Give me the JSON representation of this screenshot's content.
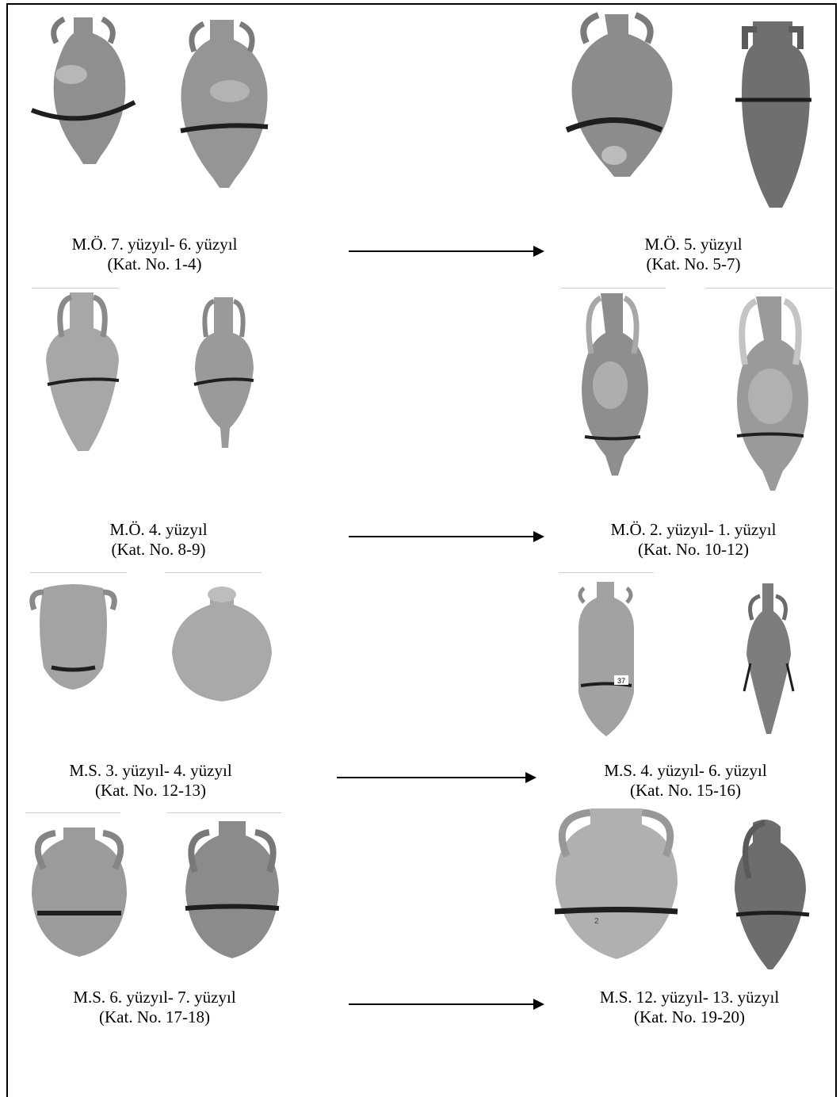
{
  "rows": [
    {
      "left": {
        "period": "M.Ö. 7. yüzyıl- 6. yüzyıl",
        "catalog": "(Kat. No. 1-4)"
      },
      "right": {
        "period": "M.Ö. 5. yüzyıl",
        "catalog": "(Kat. No. 5-7)"
      }
    },
    {
      "left": {
        "period": "M.Ö. 4. yüzyıl",
        "catalog": "(Kat. No. 8-9)"
      },
      "right": {
        "period": "M.Ö. 2. yüzyıl- 1. yüzyıl",
        "catalog": "(Kat. No. 10-12)"
      }
    },
    {
      "left": {
        "period": "M.S. 3. yüzyıl- 4. yüzyıl",
        "catalog": "(Kat. No. 12-13)"
      },
      "right": {
        "period": "M.S. 4. yüzyıl- 6. yüzyıl",
        "catalog": "(Kat. No. 15-16)"
      }
    },
    {
      "left": {
        "period": "M.S. 6. yüzyıl- 7. yüzyıl",
        "catalog": "(Kat. No. 17-18)"
      },
      "right": {
        "period": "M.S. 12. yüzyıl- 13. yüzyıl",
        "catalog": "(Kat. No. 19-20)"
      }
    }
  ],
  "jar_labels": [
    "37",
    "2"
  ],
  "colors": {
    "jar_body": "#8a8a8a",
    "jar_light": "#c8c8c8",
    "band": "#1e1e1e"
  }
}
